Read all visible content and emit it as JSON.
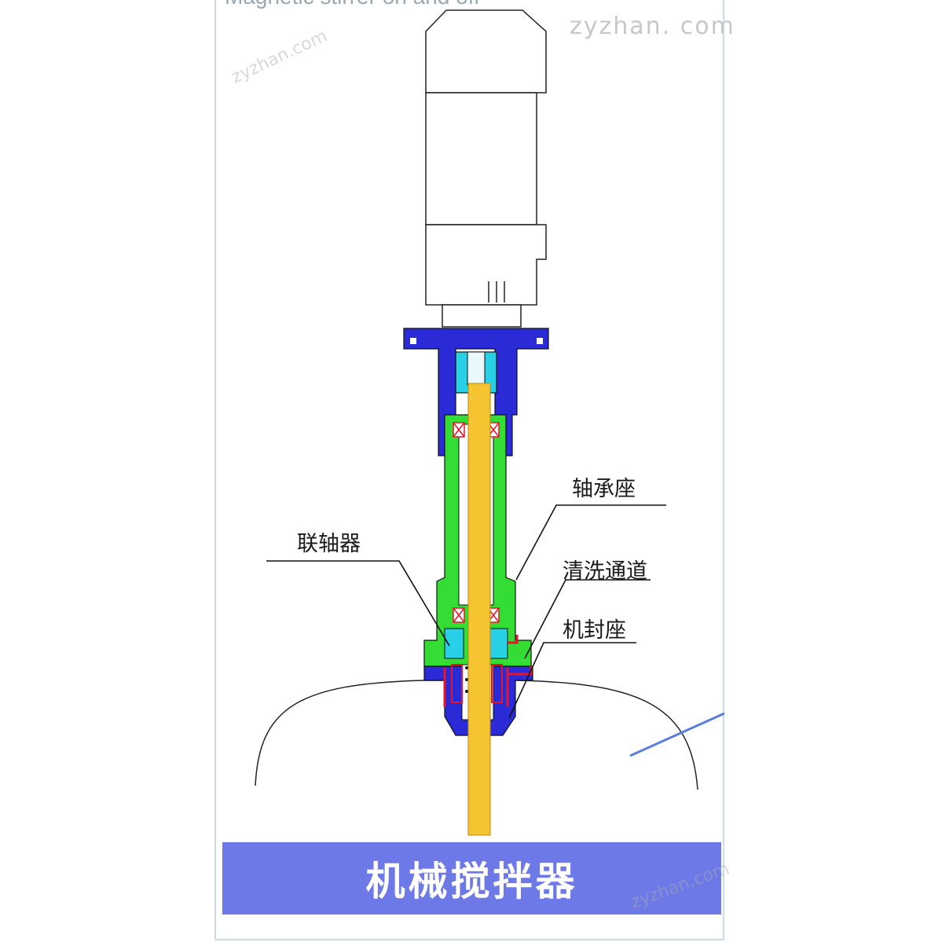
{
  "header": {
    "cut_text": "Magnetic stirrer on and off"
  },
  "watermark": {
    "text": "zyzhan. com",
    "diag_top": "zyzhan.com",
    "diag_bottom": "zyzhan.com"
  },
  "labels": {
    "bearing_seat": "轴承座",
    "coupling": "联轴器",
    "cleaning_channel": "清洗通道",
    "mech_seal_seat": "机封座"
  },
  "title": "机械搅拌器",
  "colors": {
    "band": "#6e79e8",
    "shaft": "#f7c431",
    "bearing_housing": "#33dd33",
    "seal_housing": "#2a2ad6",
    "coupling": "#27d0e4",
    "channel": "#e8142a"
  }
}
